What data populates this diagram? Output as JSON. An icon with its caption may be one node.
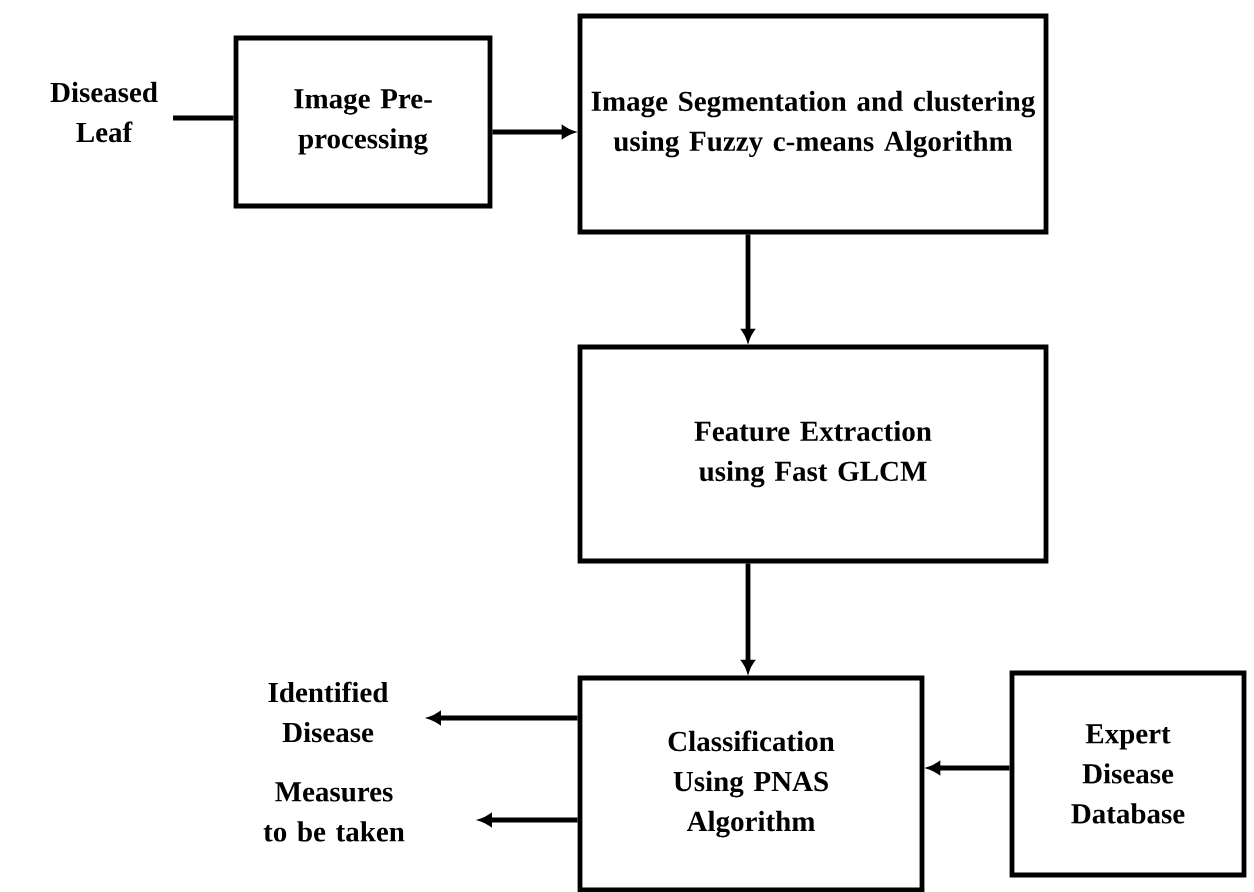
{
  "diagram": {
    "nodes": [
      {
        "text": [
          "Diseased Leaf"
        ]
      },
      {
        "text": [
          "Image Pre-processing"
        ]
      },
      {
        "text": [
          "Image Segmentation and clustering using Fuzzy c-means Algorithm"
        ]
      },
      {
        "text": [
          "Feature Extraction using Fast GLCM"
        ]
      },
      {
        "text": [
          "Classification Using PNAS Algorithm"
        ]
      },
      {
        "text": [
          "Expert Disease Database"
        ]
      },
      {
        "text": [
          "Identified Disease"
        ]
      },
      {
        "text": [
          "Measures to be taken"
        ]
      }
    ],
    "edges": [
      {
        "from": 0,
        "to": 1,
        "arrow": "none"
      },
      {
        "from": 1,
        "to": 2,
        "arrow": "to"
      },
      {
        "from": 2,
        "to": 3,
        "arrow": "to"
      },
      {
        "from": 3,
        "to": 4,
        "arrow": "to"
      },
      {
        "from": 4,
        "to": 6,
        "arrow": "to"
      },
      {
        "from": 4,
        "to": 7,
        "arrow": "to"
      },
      {
        "from": 5,
        "to": 4,
        "arrow": "to"
      }
    ]
  }
}
